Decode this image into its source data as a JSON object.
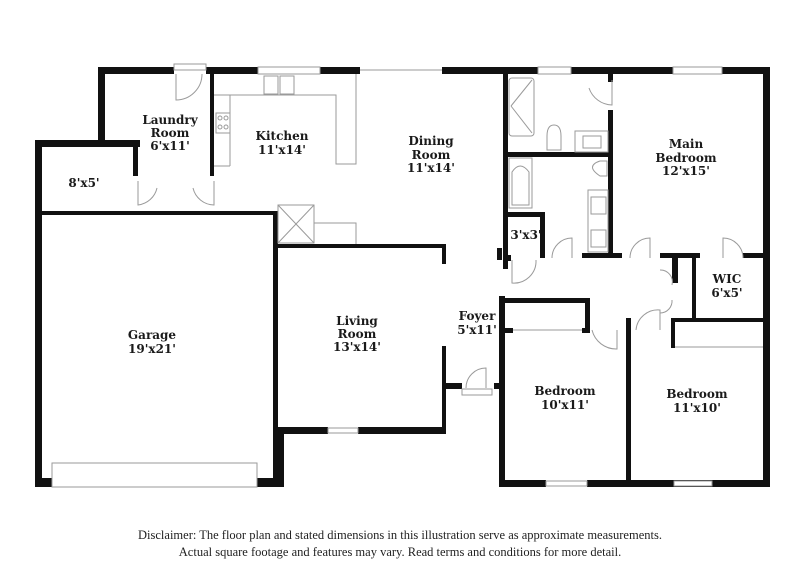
{
  "floorplan": {
    "rooms": [
      {
        "id": "laundry",
        "name": "Laundry Room",
        "name_lines": [
          "Laundry",
          "Room"
        ],
        "dimensions": "6'x11'"
      },
      {
        "id": "storage",
        "name": "",
        "name_lines": [],
        "dimensions": "8'x5'"
      },
      {
        "id": "kitchen",
        "name": "Kitchen",
        "name_lines": [
          "Kitchen"
        ],
        "dimensions": "11'x14'"
      },
      {
        "id": "dining",
        "name": "Dining Room",
        "name_lines": [
          "Dining",
          "Room"
        ],
        "dimensions": "11'x14'"
      },
      {
        "id": "main-bedroom",
        "name": "Main Bedroom",
        "name_lines": [
          "Main",
          "Bedroom"
        ],
        "dimensions": "12'x15'"
      },
      {
        "id": "closet",
        "name": "",
        "name_lines": [],
        "dimensions": "3'x3'"
      },
      {
        "id": "wic",
        "name": "WIC",
        "name_lines": [
          "WIC"
        ],
        "dimensions": "6'x5'"
      },
      {
        "id": "garage",
        "name": "Garage",
        "name_lines": [
          "Garage"
        ],
        "dimensions": "19'x21'"
      },
      {
        "id": "living",
        "name": "Living Room",
        "name_lines": [
          "Living",
          "Room"
        ],
        "dimensions": "13'x14'"
      },
      {
        "id": "foyer",
        "name": "Foyer",
        "name_lines": [
          "Foyer"
        ],
        "dimensions": "5'x11'"
      },
      {
        "id": "bedroom-2",
        "name": "Bedroom",
        "name_lines": [
          "Bedroom"
        ],
        "dimensions": "10'x11'"
      },
      {
        "id": "bedroom-3",
        "name": "Bedroom",
        "name_lines": [
          "Bedroom"
        ],
        "dimensions": "11'x10'"
      }
    ]
  },
  "disclaimer": {
    "line1": "Disclaimer: The floor plan and stated dimensions in this illustration serve as approximate measurements.",
    "line2": "Actual square footage and features may vary. Read terms and conditions for more detail."
  },
  "colors": {
    "wall": "#111111",
    "fixture": "#9a9a9a",
    "background": "#ffffff"
  }
}
